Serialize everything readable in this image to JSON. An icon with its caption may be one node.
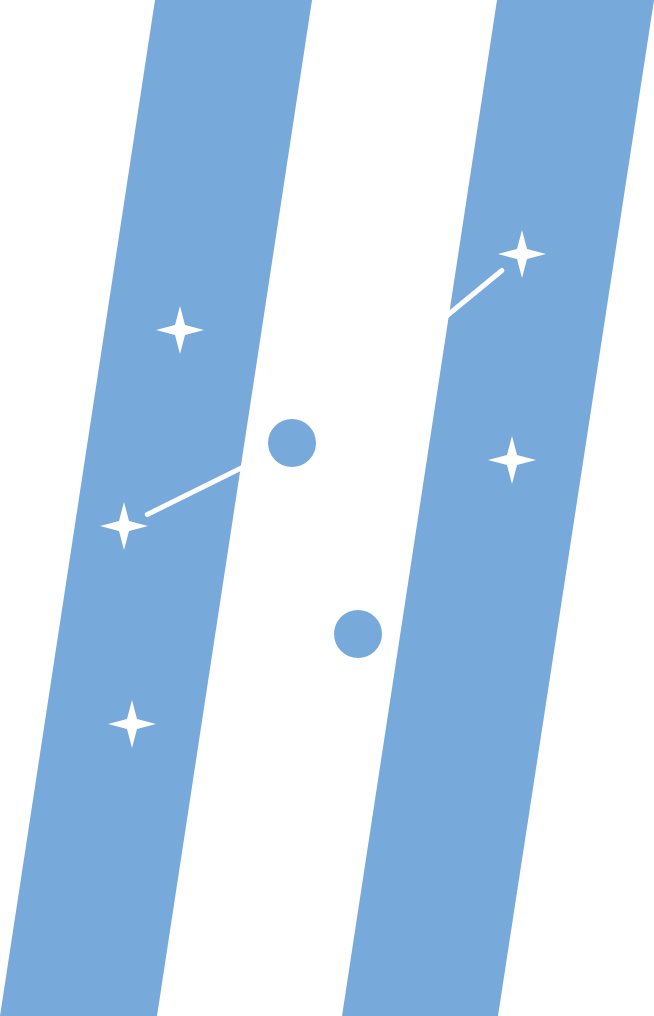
{
  "diagram": {
    "nodes": [
      {
        "text": [],
        "shape": "bar"
      },
      {
        "text": [],
        "shape": "star",
        "in": 0
      },
      {
        "text": [],
        "shape": "star",
        "in": 0
      },
      {
        "text": [],
        "shape": "star",
        "in": 0
      },
      {
        "text": [],
        "shape": "bar"
      },
      {
        "text": [],
        "shape": "star",
        "in": 4
      },
      {
        "text": [],
        "shape": "star",
        "in": 4
      },
      {
        "text": [],
        "shape": "circle"
      },
      {
        "text": [],
        "shape": "circle"
      }
    ],
    "edges": [
      {
        "from": 2,
        "to": 7,
        "arrow": "none"
      },
      {
        "from": 5,
        "to": 7,
        "arrow": "none"
      }
    ]
  }
}
